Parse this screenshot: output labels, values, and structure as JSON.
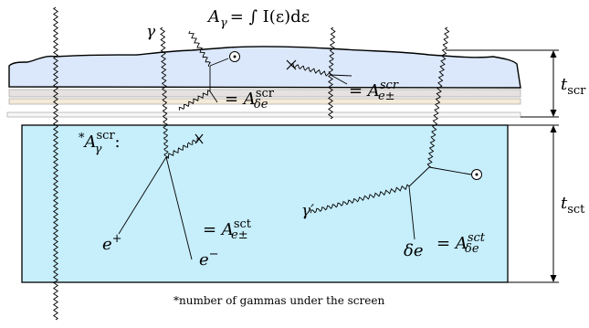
{
  "formula": {
    "lhs_main": "A",
    "lhs_sub": "γ",
    "rhs": "= ∫ I(ε)dε"
  },
  "gamma_label": "γ",
  "gamma_prime_label": "γ′",
  "scr_note": {
    "star": "*",
    "main": "A",
    "sup": "scr",
    "sub": "γ",
    "colon": ":"
  },
  "scr_delta_eq": {
    "eq": "= A",
    "sup": "scr",
    "sub": "δe"
  },
  "scr_epm_eq": {
    "eq": "= A",
    "sup": "scr",
    "sub": "e±"
  },
  "sct_epm_eq": {
    "eq": "= A",
    "sup": "sct",
    "sub": "e±"
  },
  "sct_delta_eq": {
    "eq": "= A",
    "sup": "sct",
    "sub": "δe"
  },
  "eplus_label": {
    "main": "e",
    "sup": "+"
  },
  "eminus_label": {
    "main": "e",
    "sup": "−"
  },
  "delta_e_label": "δe",
  "t_scr": {
    "main": "t",
    "sub": "scr"
  },
  "t_sct": {
    "main": "t",
    "sub": "sct"
  },
  "footnote": "*number of gammas under the screen",
  "colors": {
    "screen_fill": "#dbe8fb",
    "layer1": "#e6e2e1",
    "layer2": "#f4ead8",
    "layer3": "#f7f7f7",
    "scint_fill": "#c6eefb"
  }
}
